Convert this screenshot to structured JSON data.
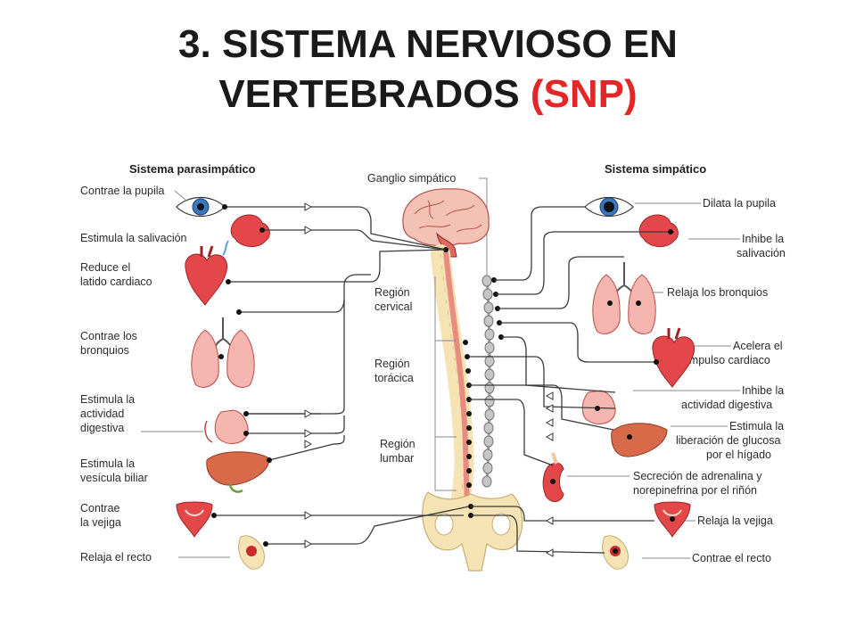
{
  "title": {
    "line1": "3. SISTEMA NERVIOSO EN",
    "line2_main": "VERTEBRADOS ",
    "line2_accent": "(SNP)"
  },
  "diagram": {
    "left_header": "Sistema parasimpático",
    "right_header": "Sistema simpático",
    "center_header": "Ganglio simpático",
    "regions": {
      "cervical": [
        "Región",
        "cervical"
      ],
      "toracica": [
        "Región",
        "torácica"
      ],
      "lumbar": [
        "Región",
        "lumbar"
      ]
    },
    "left_labels": [
      [
        "Contrae la pupila"
      ],
      [
        "Estimula la salivación"
      ],
      [
        "Reduce el",
        "latido cardiaco"
      ],
      [
        "Contrae los",
        "bronquios"
      ],
      [
        "Estimula la",
        "actividad",
        "digestiva"
      ],
      [
        "Estimula la",
        "vesícula biliar"
      ],
      [
        "Contrae",
        "la vejiga"
      ],
      [
        "Relaja el recto"
      ]
    ],
    "right_labels": [
      [
        "Dilata la pupila"
      ],
      [
        "Inhibe la",
        "salivación"
      ],
      [
        "Relaja los bronquios"
      ],
      [
        "Acelera el",
        "impulso cardiaco"
      ],
      [
        "Inhibe la",
        "actividad digestiva"
      ],
      [
        "Estimula la",
        "liberación de glucosa",
        "por el hígado"
      ],
      [
        "Secreción de adrenalina y",
        "norepinefrina por el riñón"
      ],
      [
        "Relaja la vejiga"
      ],
      [
        "Contrae el recto"
      ]
    ]
  },
  "colors": {
    "accent": "#e32626",
    "organ": "#e4474a",
    "spinal_cord": "#f2b0a2",
    "bone": "#f6e3b4",
    "ganglion": "#bdbdbd"
  }
}
